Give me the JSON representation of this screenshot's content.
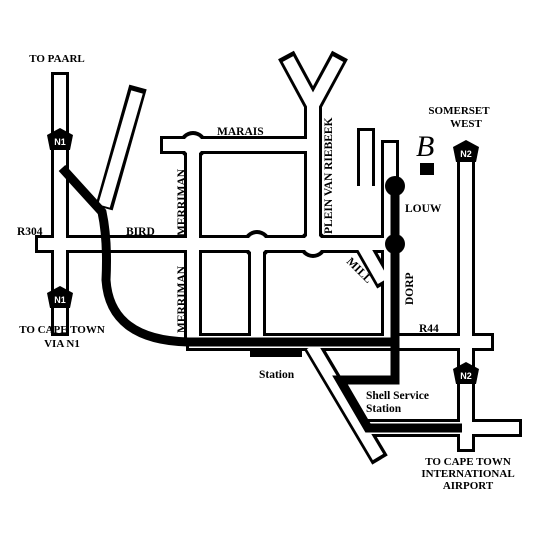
{
  "map": {
    "destinations": {
      "to_paarl": "TO PAARL",
      "to_cape_town_via_n1_line1": "TO CAPE TOWN",
      "to_cape_town_via_n1_line2": "VIA N1",
      "somerset_west_line1": "SOMERSET",
      "somerset_west_line2": "WEST",
      "airport_line1": "TO CAPE TOWN",
      "airport_line2": "INTERNATIONAL",
      "airport_line3": "AIRPORT"
    },
    "streets": {
      "marais": "MARAIS",
      "bird": "BIRD",
      "r304": "R304",
      "merriman_upper": "MERRIMAN",
      "merriman_lower": "MERRIMAN",
      "plein_van_riebeek": "PLEIN VAN RIEBEEK",
      "louw": "LOUW",
      "mill": "MILL",
      "dorp": "DORP",
      "r44": "R44"
    },
    "landmarks": {
      "station": "Station",
      "shell_line1": "Shell Service",
      "shell_line2": "Station"
    },
    "shields": {
      "n1_top": "N1",
      "n1_bottom": "N1",
      "n2_top": "N2",
      "n2_bottom": "N2"
    },
    "logo_glyph": "B",
    "colors": {
      "road_outline": "#000000",
      "road_fill": "#ffffff",
      "route": "#000000",
      "shield": "#000000"
    }
  }
}
